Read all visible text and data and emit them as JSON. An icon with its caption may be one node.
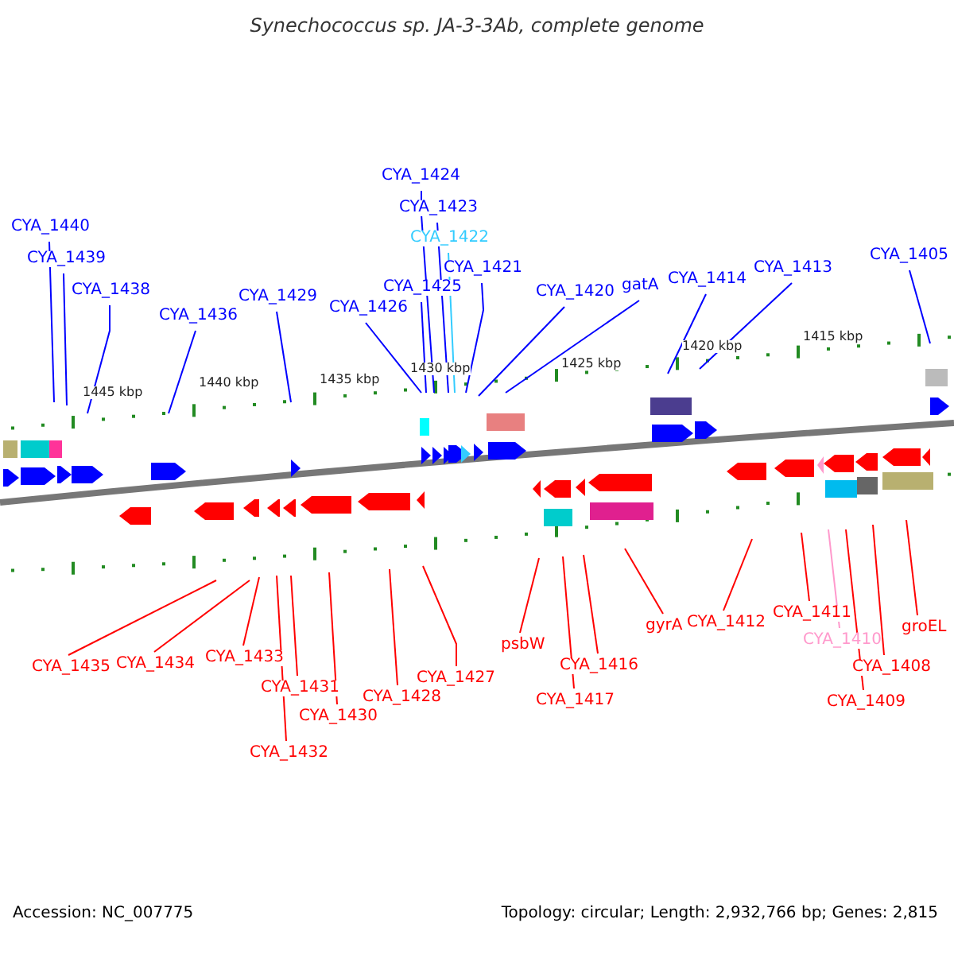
{
  "diagram": {
    "title": "Synechococcus sp. JA-3-3Ab, complete genome",
    "nodes": [
      {
        "text": [
          "CYA_1440"
        ]
      },
      {
        "text": [
          "CYA_1439"
        ]
      },
      {
        "text": [
          "CYA_1438"
        ]
      },
      {
        "text": [
          "CYA_1436"
        ]
      },
      {
        "text": [
          "CYA_1429"
        ]
      },
      {
        "text": [
          "CYA_1426"
        ]
      },
      {
        "text": [
          "CYA_1425"
        ]
      },
      {
        "text": [
          "CYA_1424"
        ]
      },
      {
        "text": [
          "CYA_1423"
        ]
      },
      {
        "text": [
          "CYA_1422"
        ]
      },
      {
        "text": [
          "CYA_1421"
        ]
      },
      {
        "text": [
          "CYA_1420"
        ]
      },
      {
        "text": [
          "gatA"
        ]
      },
      {
        "text": [
          "CYA_1414"
        ]
      },
      {
        "text": [
          "CYA_1413"
        ]
      },
      {
        "text": [
          "CYA_1405"
        ]
      },
      {
        "text": [
          "CYA_1435"
        ]
      },
      {
        "text": [
          "CYA_1434"
        ]
      },
      {
        "text": [
          "CYA_1433"
        ]
      },
      {
        "text": [
          "CYA_1432"
        ]
      },
      {
        "text": [
          "CYA_1431"
        ]
      },
      {
        "text": [
          "CYA_1430"
        ]
      },
      {
        "text": [
          "CYA_1428"
        ]
      },
      {
        "text": [
          "CYA_1427"
        ]
      },
      {
        "text": [
          "psbW"
        ]
      },
      {
        "text": [
          "CYA_1417"
        ]
      },
      {
        "text": [
          "CYA_1416"
        ]
      },
      {
        "text": [
          "gyrA"
        ]
      },
      {
        "text": [
          "CYA_1412"
        ]
      },
      {
        "text": [
          "CYA_1411"
        ]
      },
      {
        "text": [
          "CYA_1410"
        ]
      },
      {
        "text": [
          "CYA_1408"
        ]
      },
      {
        "text": [
          "CYA_1409"
        ]
      },
      {
        "text": [
          "groEL"
        ]
      }
    ],
    "edges": [
      {
        "from": 0,
        "to": null,
        "arrow": "none",
        "color": "#0000ff"
      },
      {
        "from": 1,
        "to": null,
        "arrow": "none",
        "color": "#0000ff"
      },
      {
        "from": 2,
        "to": null,
        "arrow": "none",
        "color": "#0000ff"
      },
      {
        "from": 3,
        "to": null,
        "arrow": "none",
        "color": "#0000ff"
      },
      {
        "from": 4,
        "to": null,
        "arrow": "none",
        "color": "#0000ff"
      },
      {
        "from": 5,
        "to": null,
        "arrow": "none",
        "color": "#0000ff"
      },
      {
        "from": 6,
        "to": null,
        "arrow": "none",
        "color": "#0000ff"
      },
      {
        "from": 7,
        "to": null,
        "arrow": "none",
        "color": "#0000ff"
      },
      {
        "from": 8,
        "to": null,
        "arrow": "none",
        "color": "#0000ff"
      },
      {
        "from": 9,
        "to": null,
        "arrow": "none",
        "color": "#33ccff"
      },
      {
        "from": 10,
        "to": null,
        "arrow": "none",
        "color": "#0000ff"
      },
      {
        "from": 11,
        "to": null,
        "arrow": "none",
        "color": "#0000ff"
      },
      {
        "from": 12,
        "to": null,
        "arrow": "none",
        "color": "#0000ff"
      },
      {
        "from": 13,
        "to": null,
        "arrow": "none",
        "color": "#0000ff"
      },
      {
        "from": 14,
        "to": null,
        "arrow": "none",
        "color": "#0000ff"
      },
      {
        "from": 15,
        "to": null,
        "arrow": "none",
        "color": "#0000ff"
      },
      {
        "from": 16,
        "to": null,
        "arrow": "none",
        "color": "#ff0000"
      },
      {
        "from": 17,
        "to": null,
        "arrow": "none",
        "color": "#ff0000"
      },
      {
        "from": 18,
        "to": null,
        "arrow": "none",
        "color": "#ff0000"
      },
      {
        "from": 19,
        "to": null,
        "arrow": "none",
        "color": "#ff0000"
      },
      {
        "from": 20,
        "to": null,
        "arrow": "none",
        "color": "#ff0000"
      },
      {
        "from": 21,
        "to": null,
        "arrow": "none",
        "color": "#ff0000"
      },
      {
        "from": 22,
        "to": null,
        "arrow": "none",
        "color": "#ff0000"
      },
      {
        "from": 23,
        "to": null,
        "arrow": "none",
        "color": "#ff0000"
      },
      {
        "from": 24,
        "to": null,
        "arrow": "none",
        "color": "#ff0000"
      },
      {
        "from": 25,
        "to": null,
        "arrow": "none",
        "color": "#ff0000"
      },
      {
        "from": 26,
        "to": null,
        "arrow": "none",
        "color": "#ff0000"
      },
      {
        "from": 27,
        "to": null,
        "arrow": "none",
        "color": "#ff0000"
      },
      {
        "from": 28,
        "to": null,
        "arrow": "none",
        "color": "#ff0000"
      },
      {
        "from": 29,
        "to": null,
        "arrow": "none",
        "color": "#ff0000"
      },
      {
        "from": 30,
        "to": null,
        "arrow": "none",
        "color": "#ff99cc"
      },
      {
        "from": 31,
        "to": null,
        "arrow": "none",
        "color": "#ff0000"
      },
      {
        "from": 32,
        "to": null,
        "arrow": "none",
        "color": "#ff0000"
      },
      {
        "from": 33,
        "to": null,
        "arrow": "none",
        "color": "#ff0000"
      }
    ],
    "labels": [
      "1445 kbp",
      "1440 kbp",
      "1435 kbp",
      "1430 kbp",
      "1425 kbp",
      "1420 kbp",
      "1415 kbp",
      "Accession: NC_007775",
      "Topology: circular; Length: 2,932,766 bp; Genes: 2,815"
    ]
  }
}
